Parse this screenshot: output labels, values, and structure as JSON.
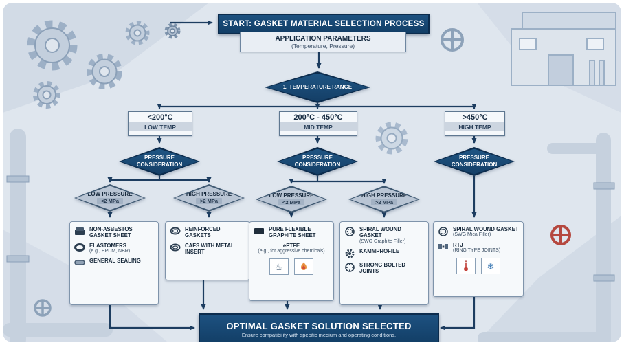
{
  "header": {
    "start_label": "START: GASKET MATERIAL SELECTION PROCESS",
    "params_title": "APPLICATION PARAMETERS",
    "params_sub": "(Temperature, Pressure)"
  },
  "decision": {
    "temperature_range": "1. TEMPERATURE RANGE",
    "pressure_consideration": "PRESSURE CONSIDERATION"
  },
  "branches": [
    {
      "range": "<200°C",
      "label": "LOW TEMP"
    },
    {
      "range": "200°C - 450°C",
      "label": "MID TEMP"
    },
    {
      "range": ">450°C",
      "label": "HIGH TEMP"
    }
  ],
  "pressure_nodes": [
    {
      "title": "LOW PRESSURE",
      "value": "<2 MPa"
    },
    {
      "title": "HIGH PRESSURE",
      "value": ">2 MPa"
    },
    {
      "title": "LOW PRESSURE",
      "value": "<2 MPa"
    },
    {
      "title": "HIGH PRESSURE",
      "value": ">2 MPa"
    }
  ],
  "results": [
    {
      "items": [
        {
          "icon": "gasket-sheet-icon",
          "title": "NON-ASBESTOS GASKET SHEET"
        },
        {
          "icon": "elastomer-ring-icon",
          "title": "ELASTOMERS",
          "sub": "(e.g., EPDM, NBR)"
        },
        {
          "icon": "seal-cylinder-icon",
          "title": "GENERAL SEALING"
        }
      ]
    },
    {
      "items": [
        {
          "icon": "gasket-ring-icon",
          "title": "REINFORCED GASKETS"
        },
        {
          "icon": "gasket-ring-icon",
          "title": "CAFS WITH METAL INSERT"
        }
      ]
    },
    {
      "items": [
        {
          "icon": "graphite-sheet-icon",
          "title": "PURE FLEXIBLE GRAPHITE SHEET"
        },
        {
          "title": "ePTFE",
          "sub": "(e.g., for aggressive chemicals)"
        }
      ],
      "badges": [
        "steam-icon",
        "flame-icon"
      ]
    },
    {
      "items": [
        {
          "icon": "spiral-wound-icon",
          "title": "SPIRAL WOUND GASKET",
          "sub": "(SWG Graphite Filler)"
        },
        {
          "icon": "kammprofile-icon",
          "title": "KAMMPROFILE"
        },
        {
          "icon": "bolted-joint-icon",
          "title": "STRONG BOLTED JOINTS"
        }
      ]
    },
    {
      "items": [
        {
          "icon": "spiral-wound-icon",
          "title": "SPIRAL WOUND GASKET",
          "sub": "(SWG Mica Filler)"
        },
        {
          "icon": "rtj-flange-icon",
          "title": "RTJ",
          "sub": "(RING TYPE JOINTS)"
        }
      ],
      "badges": [
        "thermometer-hot-icon",
        "snowflake-cold-icon"
      ]
    }
  ],
  "footer": {
    "title": "OPTIMAL GASKET SOLUTION SELECTED",
    "subtitle": "Ensure compatibility with specific medium and operating conditions."
  },
  "colors": {
    "navy": "#1b4a74",
    "navy_dark": "#0c2c4d",
    "background": "#dfe6ee",
    "node_bg": "#f5f8fb",
    "node_border": "#5f7891",
    "diamond_gray": "#b9c5d4",
    "arrow": "#1d3d60",
    "valve_red": "#b5483f"
  },
  "decor_icons": [
    "gears-decoration",
    "pipes-decoration",
    "factory-building-icon",
    "valve-wheel-icon"
  ]
}
